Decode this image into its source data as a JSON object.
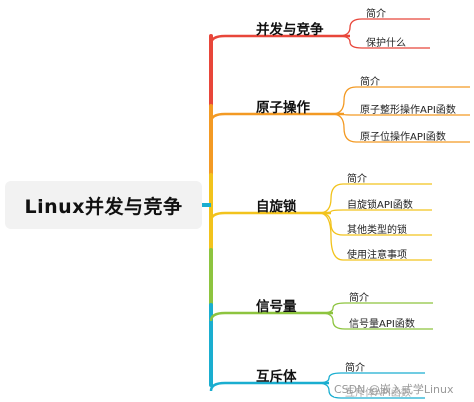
{
  "root": {
    "label": "Linux并发与竞争"
  },
  "branches": [
    {
      "label": "并发与竞争",
      "color": "#e8463a",
      "children": [
        "简介",
        "保护什么"
      ]
    },
    {
      "label": "原子操作",
      "color": "#f39a24",
      "children": [
        "简介",
        "原子整形操作API函数",
        "原子位操作API函数"
      ]
    },
    {
      "label": "自旋锁",
      "color": "#f2c31d",
      "children": [
        "简介",
        "自旋锁API函数",
        "其他类型的锁",
        "使用注意事项"
      ]
    },
    {
      "label": "信号量",
      "color": "#8dc43f",
      "children": [
        "简介",
        "信号量API函数"
      ]
    },
    {
      "label": "互斥体",
      "color": "#1aaed0",
      "children": [
        "简介",
        "互斥体API函数"
      ]
    }
  ],
  "watermark": "CSDN @嵌入式学Linux"
}
